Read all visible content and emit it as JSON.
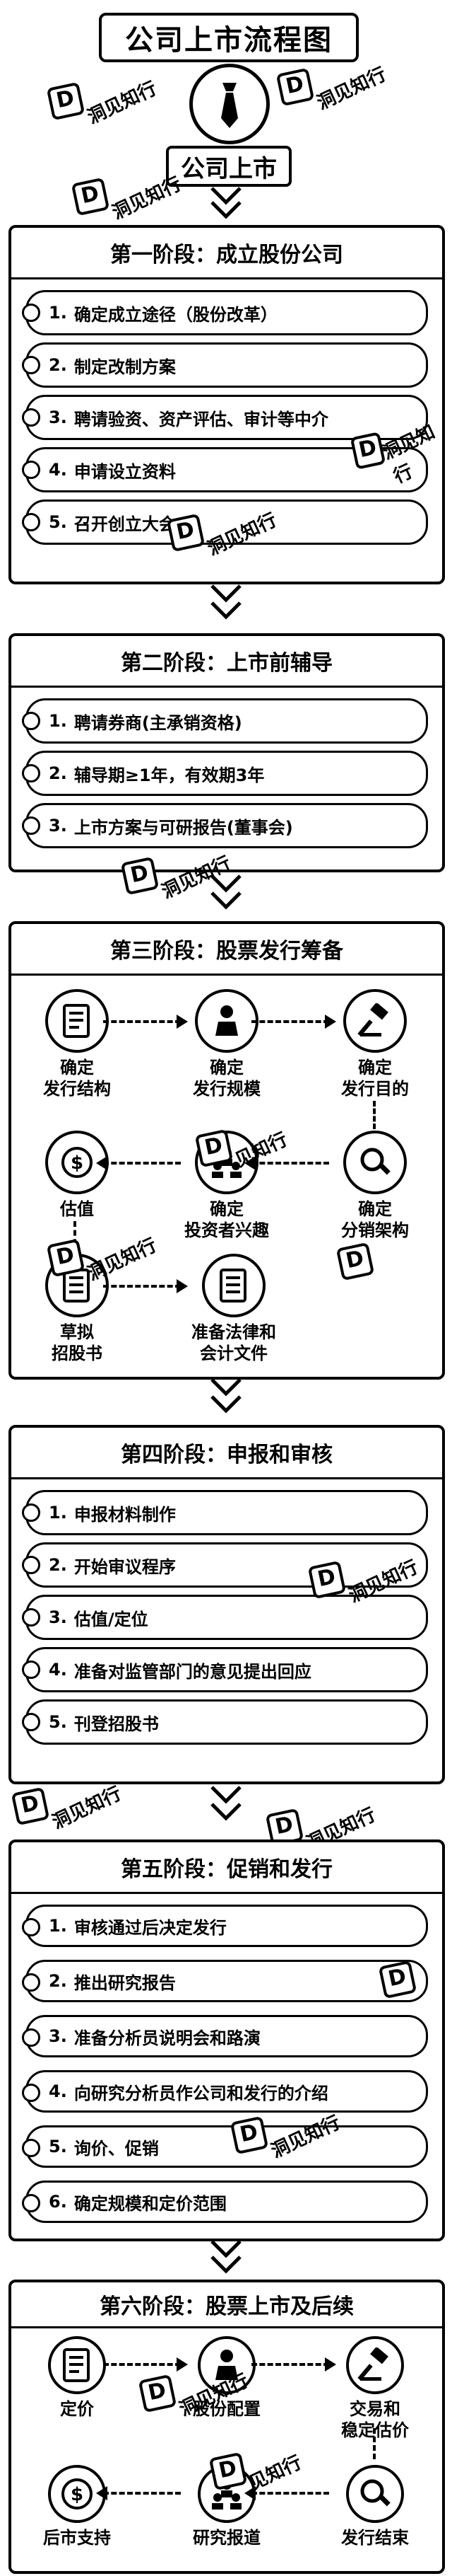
{
  "title": "公司上市流程图",
  "hero": {
    "label": "公司上市",
    "icon": "necktie-icon"
  },
  "watermark_text": "洞见知行",
  "footer_mark": "见知行",
  "stages": [
    {
      "title": "第一阶段：成立股份公司",
      "steps": [
        {
          "num": "1.",
          "text": "确定成立途径（股份改革）"
        },
        {
          "num": "2.",
          "text": "制定改制方案"
        },
        {
          "num": "3.",
          "text": "聘请验资、资产评估、审计等中介"
        },
        {
          "num": "4.",
          "text": "申请设立资料"
        },
        {
          "num": "5.",
          "text": "召开创立大会"
        }
      ]
    },
    {
      "title": "第二阶段：上市前辅导",
      "steps": [
        {
          "num": "1.",
          "text": "聘请券商(主承销资格)"
        },
        {
          "num": "2.",
          "text": "辅导期≥1年，有效期3年"
        },
        {
          "num": "3.",
          "text": "上市方案与可研报告(董事会)"
        }
      ]
    },
    {
      "title": "第三阶段：股票发行筹备",
      "nodes": [
        {
          "label": "确定\n发行结构",
          "icon": "document-icon"
        },
        {
          "label": "确定\n发行规模",
          "icon": "person-icon"
        },
        {
          "label": "确定\n发行目的",
          "icon": "gavel-icon"
        },
        {
          "label": "估值",
          "icon": "dollar-icon"
        },
        {
          "label": "确定\n投资者兴趣",
          "icon": "group-icon"
        },
        {
          "label": "确定\n分销架构",
          "icon": "magnifier-icon"
        },
        {
          "label": "草拟\n招股书",
          "icon": "list-document-icon"
        },
        {
          "label": "准备法律和\n会计文件",
          "icon": "list-document-icon"
        }
      ]
    },
    {
      "title": "第四阶段：申报和审核",
      "steps": [
        {
          "num": "1.",
          "text": "申报材料制作"
        },
        {
          "num": "2.",
          "text": "开始审议程序"
        },
        {
          "num": "3.",
          "text": "估值/定位"
        },
        {
          "num": "4.",
          "text": "准备对监管部门的意见提出回应"
        },
        {
          "num": "5.",
          "text": "刊登招股书"
        }
      ]
    },
    {
      "title": "第五阶段：促销和发行",
      "steps": [
        {
          "num": "1.",
          "text": "审核通过后决定发行"
        },
        {
          "num": "2.",
          "text": "推出研究报告"
        },
        {
          "num": "3.",
          "text": "准备分析员说明会和路演"
        },
        {
          "num": "4.",
          "text": "向研究分析员作公司和发行的介绍"
        },
        {
          "num": "5.",
          "text": "询价、促销"
        },
        {
          "num": "6.",
          "text": "确定规模和定价范围"
        }
      ]
    },
    {
      "title": "第六阶段：股票上市及后续",
      "nodes": [
        {
          "label": "定价",
          "icon": "document-icon"
        },
        {
          "label": "股份配置",
          "icon": "person-icon"
        },
        {
          "label": "交易和\n稳定估价",
          "icon": "gavel-icon"
        },
        {
          "label": "后市支持",
          "icon": "dollar-icon"
        },
        {
          "label": "研究报道",
          "icon": "group-icon"
        },
        {
          "label": "发行结束",
          "icon": "magnifier-icon"
        }
      ]
    }
  ]
}
